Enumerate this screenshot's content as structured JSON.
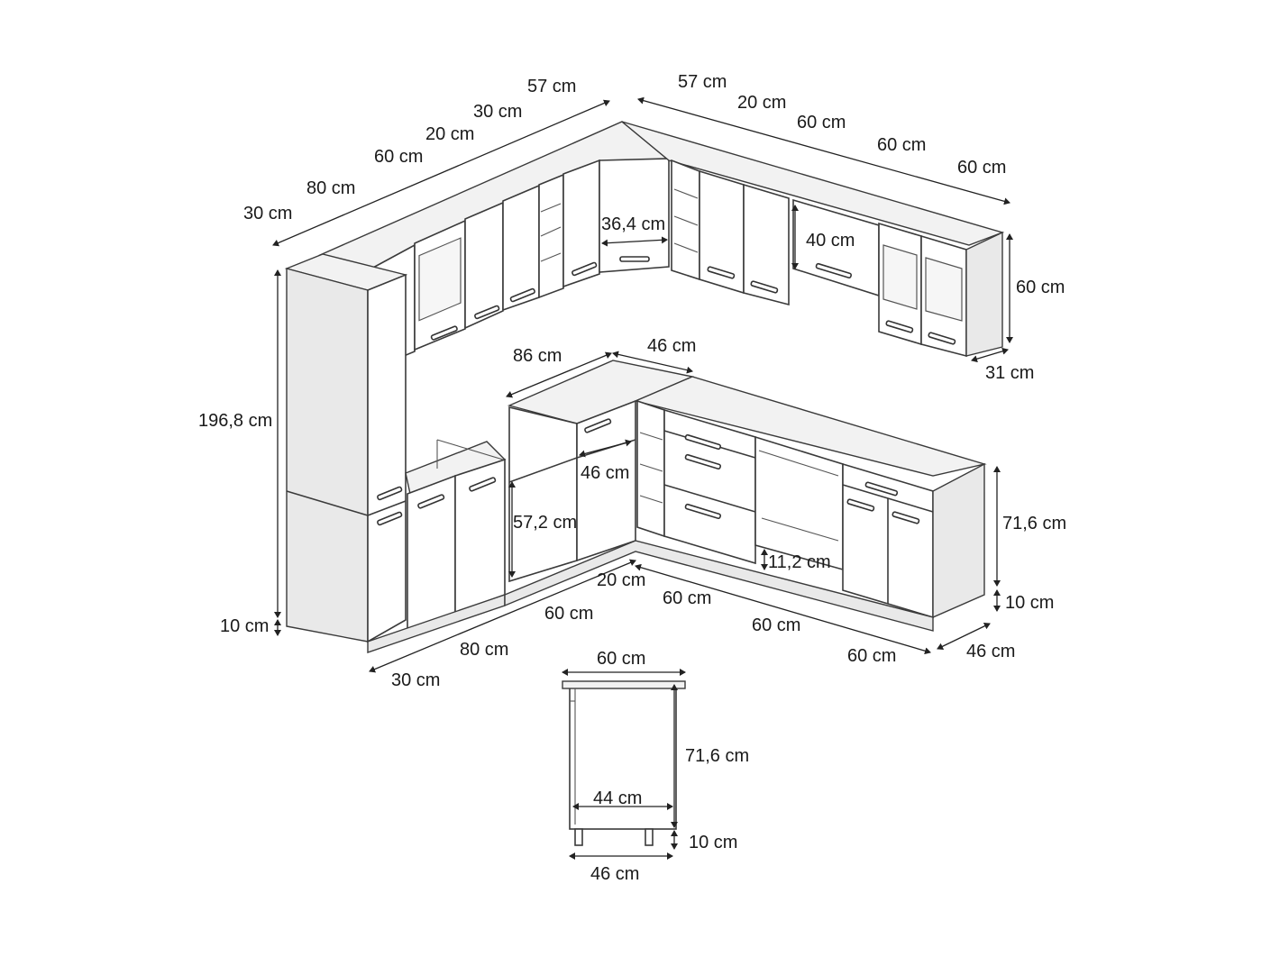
{
  "diagram": {
    "upper_back_run": [
      "57 cm",
      "30 cm",
      "20 cm",
      "60 cm",
      "80 cm",
      "30 cm"
    ],
    "upper_right_run": [
      "57 cm",
      "20 cm",
      "60 cm",
      "60 cm",
      "60 cm"
    ],
    "upper_details": {
      "corner_width": "36,4 cm",
      "hood_height": "40 cm",
      "upper_height": "60 cm",
      "upper_depth": "31 cm"
    },
    "tall_cabinet": {
      "height": "196,8 cm",
      "plinth": "10 cm"
    },
    "base_corner": {
      "width": "86 cm",
      "depth": "46 cm",
      "drawer_depth": "46 cm",
      "door_height": "57,2 cm"
    },
    "base_front_run": [
      "30 cm",
      "80 cm",
      "60 cm"
    ],
    "base_right_run": [
      "20 cm",
      "60 cm",
      "60 cm",
      "60 cm"
    ],
    "base_right_details": {
      "oven_gap": "11,2 cm",
      "body_height": "71,6 cm",
      "plinth": "10 cm",
      "depth": "46 cm"
    },
    "side_view": {
      "width": "60 cm",
      "height": "71,6 cm",
      "inner_depth": "44 cm",
      "plinth": "10 cm",
      "depth": "46 cm"
    }
  }
}
